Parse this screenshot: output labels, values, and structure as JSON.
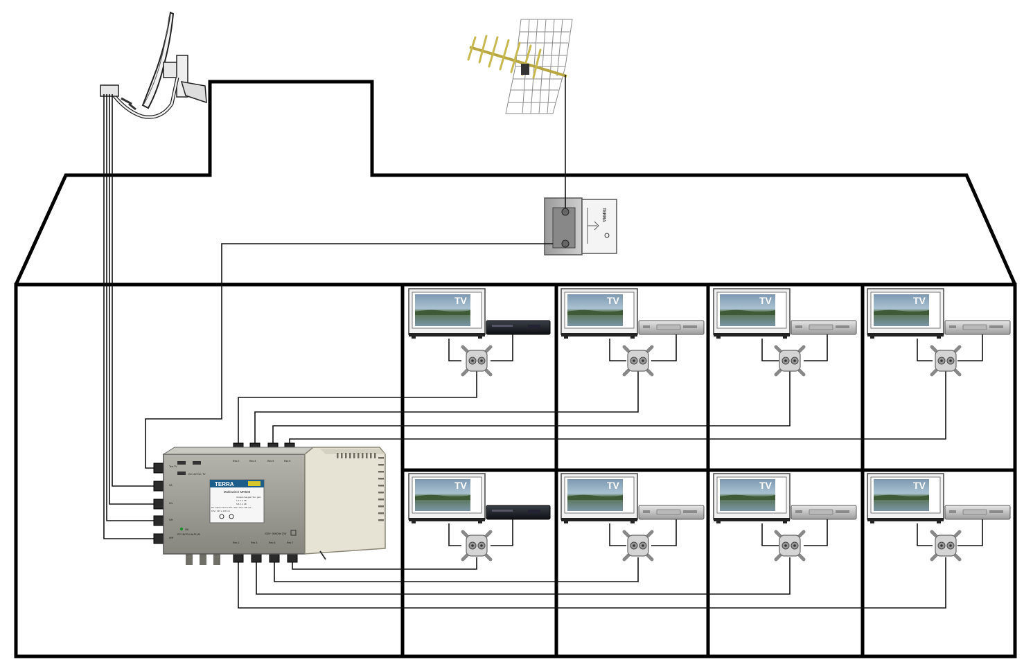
{
  "multiswitch": {
    "brand": "TERRA",
    "model": "Multiswitch MR508",
    "input_labels": [
      "Terr.TV",
      "V/L",
      "H/L",
      "V/H",
      "H/H"
    ],
    "output_labels_top": [
      "Rec 2",
      "Rec 4",
      "Rec 6",
      "Rec 8"
    ],
    "output_labels_bottom": [
      "Rec 1",
      "Rec 3",
      "Rec 5",
      "Rec 7"
    ],
    "power_label": "230V~ 50/60Hz 17W",
    "dc_label": "DC 18V PLL/ALPLUS",
    "spec_lines": [
      "Outputs  Sat gain  Terr. gain",
      "1-4      0..4 dB",
      "5-8      0..4 dB",
      "DC output current 18V / 13V / 0V  ≤ 700 mA",
      "                  10V / 13V      ≤ 100 mA"
    ],
    "on_label": "ON",
    "dc_out_label": "DC 12V Terr. TV"
  },
  "amplifier": {
    "brand": "TERRA"
  },
  "rooms": [
    {
      "tv_label": "TV",
      "receiver": "dark"
    },
    {
      "tv_label": "TV",
      "receiver": "silver"
    },
    {
      "tv_label": "TV",
      "receiver": "silver"
    },
    {
      "tv_label": "TV",
      "receiver": "silver"
    },
    {
      "tv_label": "TV",
      "receiver": "dark"
    },
    {
      "tv_label": "TV",
      "receiver": "silver"
    },
    {
      "tv_label": "TV",
      "receiver": "silver"
    },
    {
      "tv_label": "TV",
      "receiver": "silver"
    }
  ],
  "colors": {
    "switch_body": "#9a9a92",
    "brand_panel": "#1d5d8a",
    "psu": "#e6e2d4",
    "screen_sky": "#8fb0c6"
  }
}
